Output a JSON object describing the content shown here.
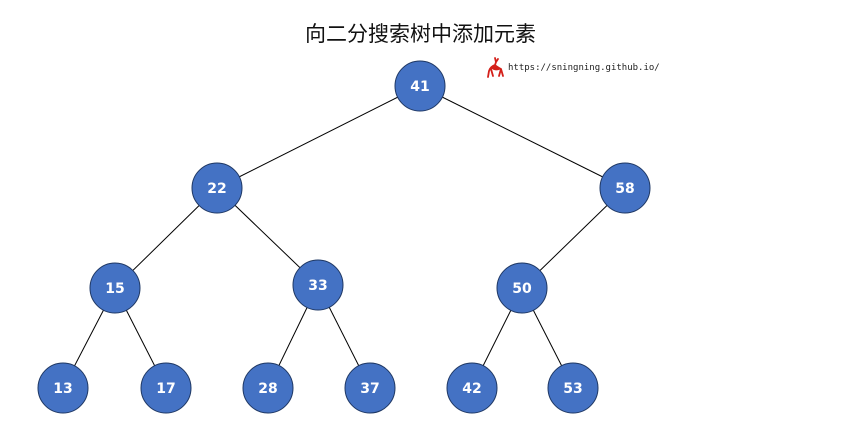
{
  "title": "向二分搜索树中添加元素",
  "watermark": {
    "url": "https://sningning.github.io/",
    "icon": "deer-icon",
    "icon_color": "#d4201a"
  },
  "colors": {
    "node_fill": "#4472c4",
    "node_stroke": "#1f3864",
    "edge": "#000000",
    "label": "#ffffff"
  },
  "tree": {
    "nodes": [
      {
        "id": "41",
        "label": "41"
      },
      {
        "id": "22",
        "label": "22"
      },
      {
        "id": "58",
        "label": "58"
      },
      {
        "id": "15",
        "label": "15"
      },
      {
        "id": "33",
        "label": "33"
      },
      {
        "id": "50",
        "label": "50"
      },
      {
        "id": "13",
        "label": "13"
      },
      {
        "id": "17",
        "label": "17"
      },
      {
        "id": "28",
        "label": "28"
      },
      {
        "id": "37",
        "label": "37"
      },
      {
        "id": "42",
        "label": "42"
      },
      {
        "id": "53",
        "label": "53"
      }
    ],
    "edges": [
      [
        "41",
        "22"
      ],
      [
        "41",
        "58"
      ],
      [
        "22",
        "15"
      ],
      [
        "22",
        "33"
      ],
      [
        "58",
        "50"
      ],
      [
        "15",
        "13"
      ],
      [
        "15",
        "17"
      ],
      [
        "33",
        "28"
      ],
      [
        "33",
        "37"
      ],
      [
        "50",
        "42"
      ],
      [
        "50",
        "53"
      ]
    ]
  }
}
